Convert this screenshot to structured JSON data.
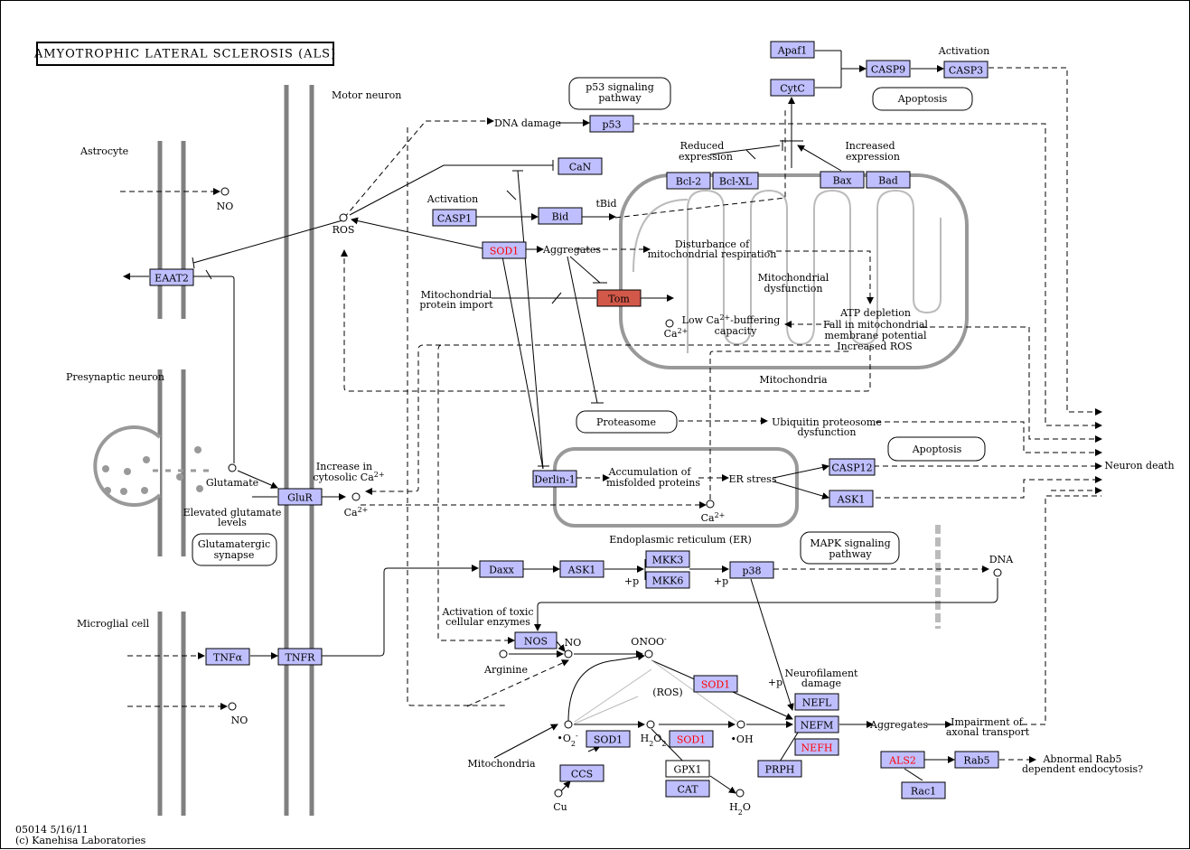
{
  "title": "AMYOTROPHIC LATERAL SCLEROSIS (ALS)",
  "footer": {
    "line1": "05014 5/16/11",
    "line2": "(c) Kanehisa Laboratories"
  },
  "genes": {
    "apaf1": "Apaf1",
    "casp9": "CASP9",
    "casp3": "CASP3",
    "cytc": "CytC",
    "p53": "p53",
    "can": "CaN",
    "bcl2": "Bcl-2",
    "bclxl": "Bcl-XL",
    "bax": "Bax",
    "bad": "Bad",
    "casp1": "CASP1",
    "bid": "Bid",
    "sod1_a": "SOD1",
    "tom": "Tom",
    "eaat2": "EAAT2",
    "glur": "GluR",
    "derlin1": "Derlin-1",
    "casp12": "CASP12",
    "ask1_a": "ASK1",
    "daxx": "Daxx",
    "ask1_b": "ASK1",
    "mkk3": "MKK3",
    "mkk6": "MKK6",
    "p38": "p38",
    "tnfa": "TNFα",
    "tnfr": "TNFR",
    "nos": "NOS",
    "sod1_b": "SOD1",
    "nefl": "NEFL",
    "nefm": "NEFM",
    "nefh": "NEFH",
    "prph": "PRPH",
    "sod1_c": "SOD1",
    "sod1_d": "SOD1",
    "ccs": "CCS",
    "gpx1": "GPX1",
    "cat": "CAT",
    "als2": "ALS2",
    "rab5": "Rab5",
    "rac1": "Rac1"
  },
  "pathways": {
    "p53": "p53 signaling pathway",
    "apoptosis_a": "Apoptosis",
    "proteasome": "Proteasome",
    "apoptosis_b": "Apoptosis",
    "glutamatergic": "Glutamatergic synapse",
    "mapk": "MAPK signaling pathway"
  },
  "labels": {
    "motor_neuron": "Motor neuron",
    "astrocyte": "Astrocyte",
    "presynaptic": "Presynaptic neuron",
    "microglial": "Microglial cell",
    "activation_top": "Activation",
    "dna_damage": "DNA damage",
    "reduced_expr_1": "Reduced",
    "reduced_expr_2": "expression",
    "increased_expr_1": "Increased",
    "increased_expr_2": "expression",
    "activation_casp1": "Activation",
    "tbid": "tBid",
    "no_top": "NO",
    "ros_top": "ROS",
    "aggregates_top": "Aggregates",
    "dist_1": "Disturbance of",
    "dist_2": "mitochondrial respiration",
    "mito_dys_1": "Mitochondrial",
    "mito_dys_2": "dysfunction",
    "mito_import_1": "Mitochondrial",
    "mito_import_2": "protein import",
    "atp": "ATP depletion",
    "fall_1": "Fall in mitochondrial",
    "fall_2": "membrane potential",
    "inc_ros": "Increased ROS",
    "low_ca_1": "Low Ca",
    "low_ca_sup": "2+",
    "low_ca_2": "-buffering",
    "low_ca_3": "capacity",
    "ca_mito": "Ca",
    "ca_mito_sup": "2+",
    "mitochondria": "Mitochondria",
    "ubiq_1": "Ubiquitin proteosome",
    "ubiq_2": "dysfunction",
    "glutamate": "Glutamate",
    "elev_1": "Elevated glutamate",
    "elev_2": "levels",
    "inc_cyto_1": "Increase in",
    "inc_cyto_2": "cytosolic Ca",
    "inc_cyto_sup": "2+",
    "ca_glur": "Ca",
    "ca_glur_sup": "2+",
    "accum_1": "Accumulation of",
    "accum_2": "misfolded proteins",
    "er_stress": "ER stress",
    "ca_er": "Ca",
    "ca_er_sup": "2+",
    "er": "Endoplasmic reticulum (ER)",
    "neuron_death": "Neuron death",
    "dna": "DNA",
    "plus_p1": "+p",
    "plus_p2": "+p",
    "plus_p3": "+p",
    "act_toxic_1": "Activation of toxic",
    "act_toxic_2": "cellular enzymes",
    "no_mid": "NO",
    "onoo": "ONOO",
    "onoo_sup": "-",
    "arginine": "Arginine",
    "ros_mid": "(ROS)",
    "no_bottom": "NO",
    "neurofil_1": "Neurofilament",
    "neurofil_2": "damage",
    "aggregates_bot": "Aggregates",
    "impair_1": "Impairment of",
    "impair_2": "axonal transport",
    "o2": "•O",
    "o2_sub": "2",
    "o2_sup": "-",
    "h2o2": "H",
    "h2o2_sub1": "2",
    "h2o2_o": "O",
    "h2o2_sub2": "2",
    "oh": "•OH",
    "mitochondria_bot": "Mitochondria",
    "cu": "Cu",
    "h2o": "H",
    "h2o_sub": "2",
    "h2o_o": "O",
    "abnormal_1": "Abnormal Rab5",
    "abnormal_2": "dependent endocytosis?"
  }
}
